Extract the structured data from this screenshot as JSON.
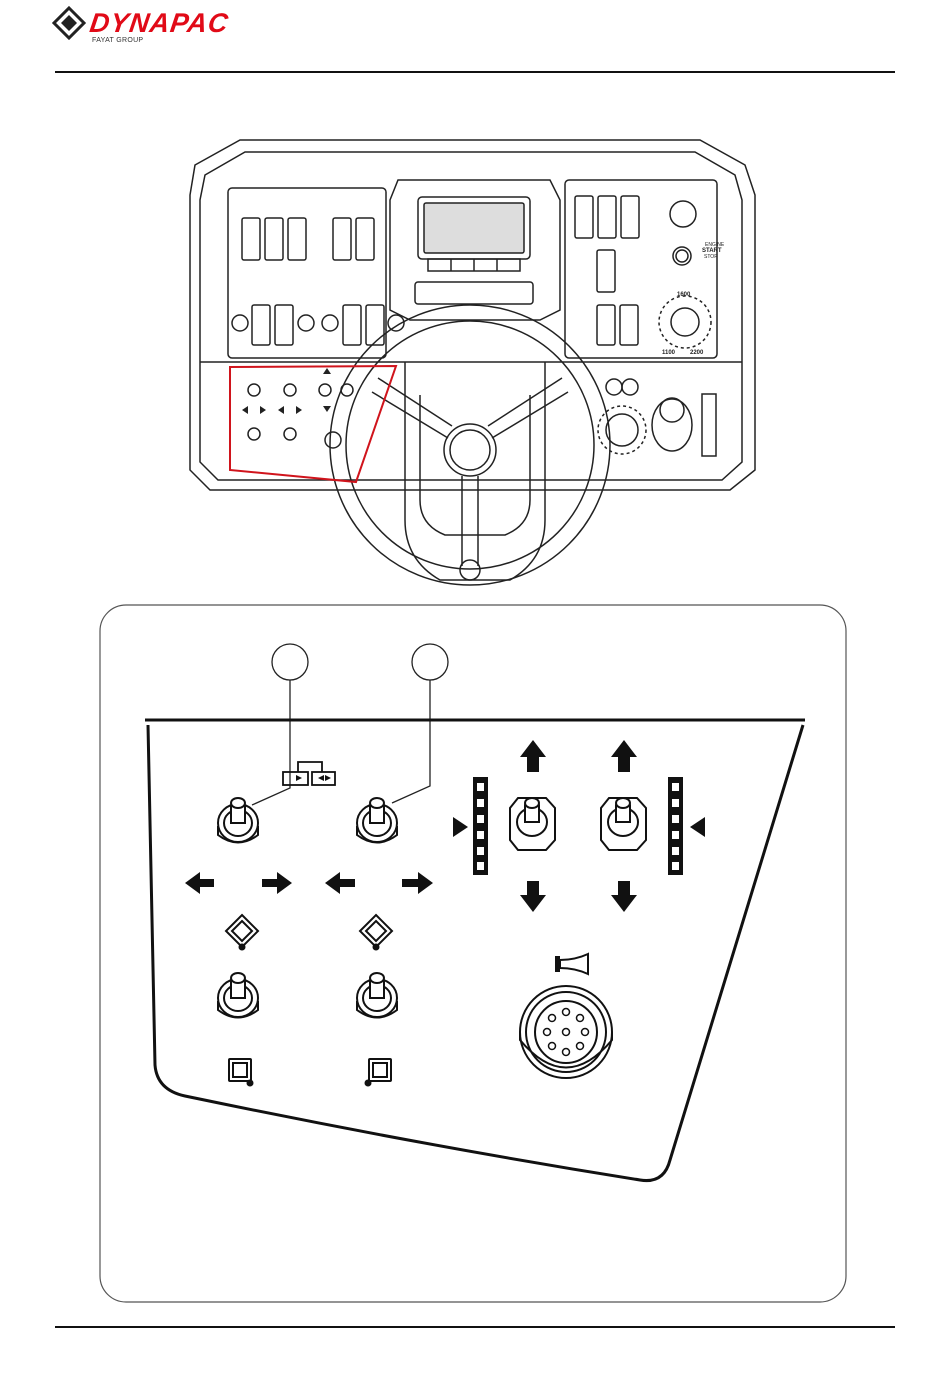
{
  "header": {
    "brand_name": "DYNAPAC",
    "brand_sub": "FAYAT GROUP",
    "brand_color": "#e10a17"
  },
  "overview_panel": {
    "engine_label_1": "ENGINE",
    "engine_label_2": "START",
    "engine_label_3": "STOP",
    "rpm_top": "1600",
    "rpm_left": "1100",
    "rpm_right": "2200",
    "highlight_color": "#d0141c"
  },
  "detail_panel": {
    "callouts": [
      "",
      ""
    ]
  }
}
